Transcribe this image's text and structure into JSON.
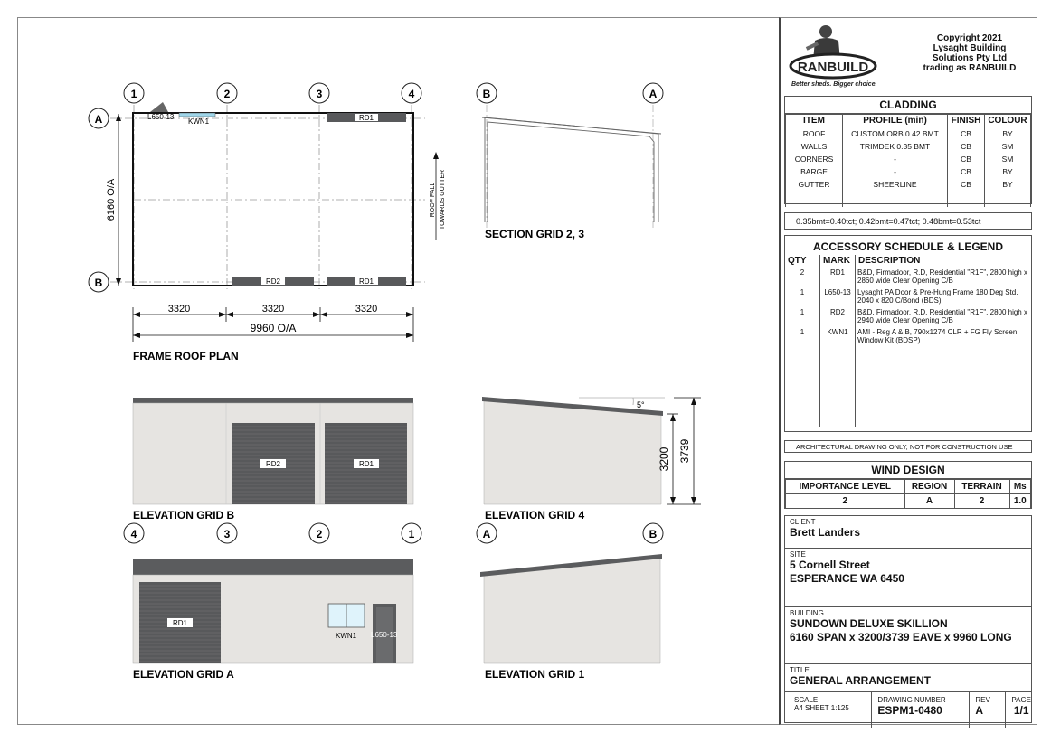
{
  "copyright": [
    "Copyright 2021",
    "Lysaght Building",
    "Solutions Pty Ltd",
    "trading as RANBUILD"
  ],
  "logo": {
    "brand": "RANBUILD",
    "tagline": "Better sheds. Bigger choice."
  },
  "cladding": {
    "title": "CLADDING",
    "headers": [
      "ITEM",
      "PROFILE (min)",
      "FINISH",
      "COLOUR"
    ],
    "rows": [
      [
        "ROOF",
        "CUSTOM ORB 0.42 BMT",
        "CB",
        "BY"
      ],
      [
        "WALLS",
        "TRIMDEK 0.35 BMT",
        "CB",
        "SM"
      ],
      [
        "CORNERS",
        "-",
        "CB",
        "SM"
      ],
      [
        "BARGE",
        "-",
        "CB",
        "BY"
      ],
      [
        "GUTTER",
        "SHEERLINE",
        "CB",
        "BY"
      ]
    ]
  },
  "bmt_note": "0.35bmt=0.40tct; 0.42bmt=0.47tct; 0.48bmt=0.53tct",
  "accessory": {
    "title": "ACCESSORY SCHEDULE & LEGEND",
    "headers": [
      "QTY",
      "MARK",
      "DESCRIPTION"
    ],
    "rows": [
      [
        "2",
        "RD1",
        "B&D, Firmadoor, R.D, Residential \"R1F\", 2800 high x 2860 wide Clear Opening C/B"
      ],
      [
        "1",
        "L650-13",
        "Lysaght PA Door & Pre-Hung Frame 180 Deg Std. 2040 x 820 C/Bond (BDS)"
      ],
      [
        "1",
        "RD2",
        "B&D, Firmadoor, R.D, Residential \"R1F\", 2800 high x 2940 wide Clear Opening C/B"
      ],
      [
        "1",
        "KWN1",
        "AMI - Reg A & B, 790x1274 CLR + FG Fly Screen, Window Kit (BDSP)"
      ]
    ]
  },
  "arch_note": "ARCHITECTURAL DRAWING ONLY, NOT FOR CONSTRUCTION USE",
  "wind": {
    "title": "WIND DESIGN",
    "headers": [
      "IMPORTANCE LEVEL",
      "REGION",
      "TERRAIN",
      "Ms"
    ],
    "values": [
      "2",
      "A",
      "2",
      "1.0"
    ]
  },
  "client": {
    "label": "CLIENT",
    "value": "Brett Landers"
  },
  "site": {
    "label": "SITE",
    "line1": "5 Cornell Street",
    "line2": "ESPERANCE WA 6450"
  },
  "building": {
    "label": "BUILDING",
    "line1": "SUNDOWN DELUXE SKILLION",
    "line2": "6160 SPAN x 3200/3739 EAVE x 9960 LONG"
  },
  "title_block": {
    "label": "TITLE",
    "value": "GENERAL ARRANGEMENT"
  },
  "footer": {
    "scale_label": "SCALE",
    "scale_value": "A4 SHEET 1:125",
    "drawing_label": "DRAWING NUMBER",
    "drawing_value": "ESPM1-0480",
    "rev_label": "REV",
    "rev_value": "A",
    "page_label": "PAGE",
    "page_value": "1/1"
  },
  "plan": {
    "title": "FRAME ROOF PLAN",
    "grid_numbers": [
      "1",
      "2",
      "3",
      "4"
    ],
    "grid_letters": [
      "A",
      "B"
    ],
    "span_dim": "6160 O/A",
    "bay_dims": [
      "3320",
      "3320",
      "3320"
    ],
    "length_dim": "9960 O/A",
    "roof_fall": [
      "ROOF FALL",
      "TOWARDS GUTTER"
    ],
    "marks": {
      "door": "L650-13",
      "window": "KWN1",
      "rd1_top": "RD1",
      "rd2": "RD2",
      "rd1_bottom": "RD1"
    }
  },
  "section": {
    "title": "SECTION GRID 2, 3",
    "left": "B",
    "right": "A"
  },
  "elev_b": {
    "title": "ELEVATION GRID B",
    "doors": [
      "RD2",
      "RD1"
    ]
  },
  "elev_4": {
    "title": "ELEVATION GRID 4",
    "angle": "5°",
    "low": "3200",
    "high": "3739"
  },
  "elev_a": {
    "title": "ELEVATION GRID A",
    "grid": [
      "4",
      "3",
      "2",
      "1"
    ],
    "door": "RD1",
    "window": "KWN1",
    "pa_door": "L650-13"
  },
  "elev_1": {
    "title": "ELEVATION GRID 1",
    "left": "A",
    "right": "B"
  },
  "colors": {
    "door": "#58595b",
    "wall": "#e6e4e1",
    "roof": "#5b5c5e",
    "glass": "#dff3fb"
  }
}
